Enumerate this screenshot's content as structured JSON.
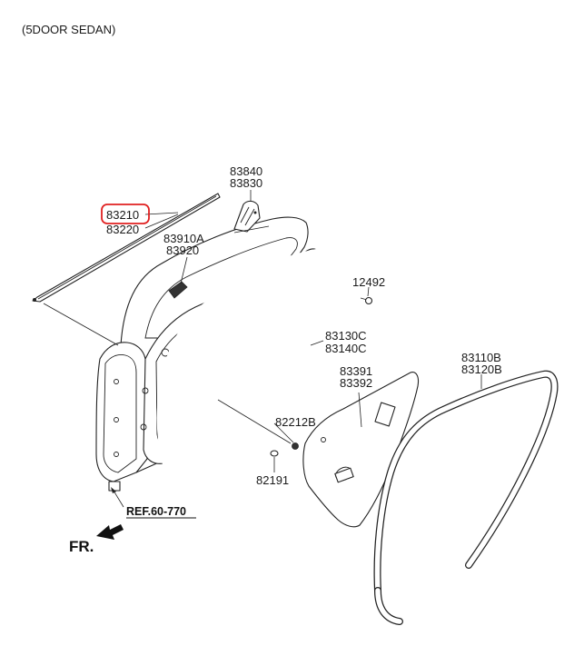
{
  "header": {
    "variant": "(5DOOR SEDAN)"
  },
  "parts": {
    "p83210": "83210",
    "p83220": "83220",
    "p83840": "83840",
    "p83830": "83830",
    "p83910A": "83910A",
    "p83920": "83920",
    "p12492": "12492",
    "p83130C": "83130C",
    "p83140C": "83140C",
    "p83391": "83391",
    "p83392": "83392",
    "p83110B": "83110B",
    "p83120B": "83120B",
    "p82212B": "82212B",
    "p82191": "82191"
  },
  "reference": "REF.60-770",
  "direction": "FR.",
  "highlight_color": "#e02020"
}
